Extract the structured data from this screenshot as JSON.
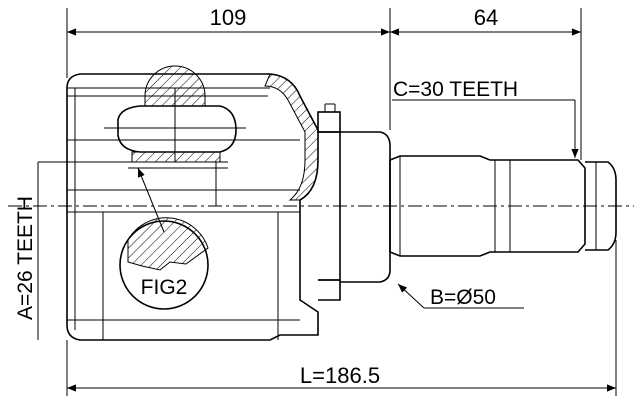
{
  "dimensions": {
    "outer_length_label": "109",
    "shaft_length_label": "64",
    "total_length_label": "L=186.5"
  },
  "callouts": {
    "outer_spline": "C=30 TEETH",
    "inner_spline": "A=26 TEETH",
    "shaft_diameter": "B=Ø50",
    "figure_ref": "FIG2"
  }
}
